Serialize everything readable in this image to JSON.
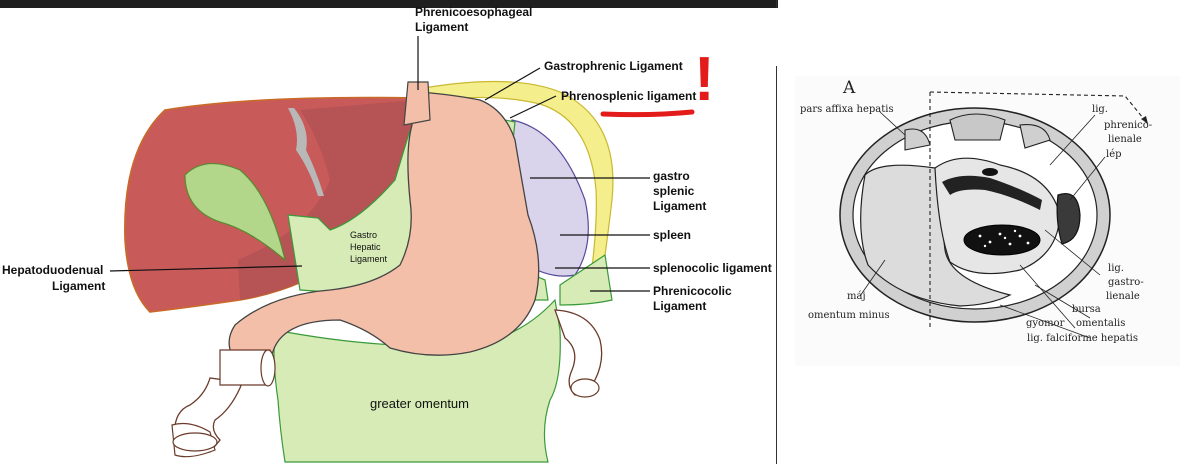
{
  "left_diagram": {
    "labels": {
      "phrenicoesophageal_line1": "Phrenicoesophageal",
      "phrenicoesophageal_line2": "Ligament",
      "gastrophrenic": "Gastrophrenic Ligament",
      "phrenosplenic": "Phrenosplenic ligament",
      "gastrosplenic_line1": "gastro",
      "gastrosplenic_line2": "splenic",
      "gastrosplenic_line3": "Ligament",
      "spleen": "spleen",
      "splenocolic": "splenocolic ligament",
      "phrenicocolic_line1": "Phrenicocolic",
      "phrenicocolic_line2": "Ligament",
      "hepatoduodenal_line1": "Hepatoduodenual",
      "hepatoduodenal_line2": "Ligament",
      "gastrohepatic_line1": "Gastro",
      "gastrohepatic_line2": "Hepatic",
      "gastrohepatic_line3": "Ligament",
      "greater_omentum": "greater omentum"
    },
    "annotation_mark": "!",
    "colors": {
      "liver": "#c95a5a",
      "stomach": "#f3bfa8",
      "omentum": "#d6ebb5",
      "spleen": "#d9d4ec",
      "diaphragm": "#f4ee8c",
      "annotation": "#e31b1b"
    }
  },
  "right_diagram": {
    "panel_letter": "A",
    "labels": {
      "pars_affixa": "pars affixa hepatis",
      "lig_phrenico_line1": "lig.",
      "lig_phrenico_line2": "phrenico-",
      "lig_phrenico_line3": "lienale",
      "lep": "lép",
      "lig_gastro_line1": "lig.",
      "lig_gastro_line2": "gastro-",
      "lig_gastro_line3": "lienale",
      "maj": "máj",
      "omentum_minus": "omentum minus",
      "bursa_line1": "bursa",
      "bursa_line2": "omentalis",
      "gyomor": "gyomor",
      "falciforme": "lig. falciforme hepatis"
    }
  }
}
